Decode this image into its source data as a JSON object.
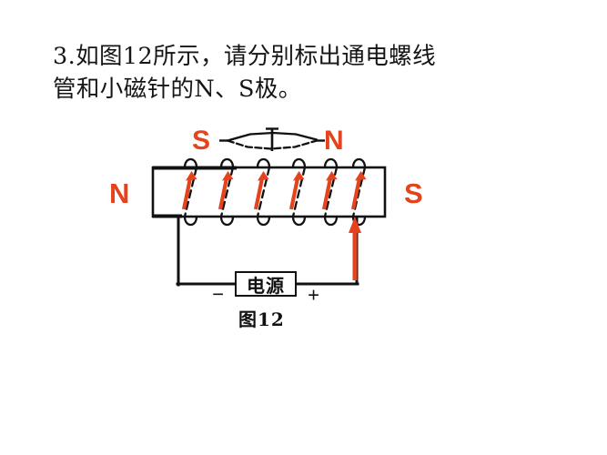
{
  "question": {
    "number": "3.",
    "text": "3.如图12所示，请分别标出通电螺线\n管和小磁针的N、S极。"
  },
  "figure": {
    "caption": "图12",
    "compass": {
      "left_pole_label": "S",
      "right_pole_label": "N",
      "name": "小磁针"
    },
    "solenoid": {
      "left_pole_label": "N",
      "right_pole_label": "S",
      "turns": 6,
      "name": "通电螺线管"
    },
    "power_source": {
      "label": "电源",
      "negative_terminal": "−",
      "positive_terminal": "+"
    },
    "colors": {
      "current_red": "#e4431c",
      "wire_black": "#111111",
      "background": "#ffffff"
    }
  }
}
